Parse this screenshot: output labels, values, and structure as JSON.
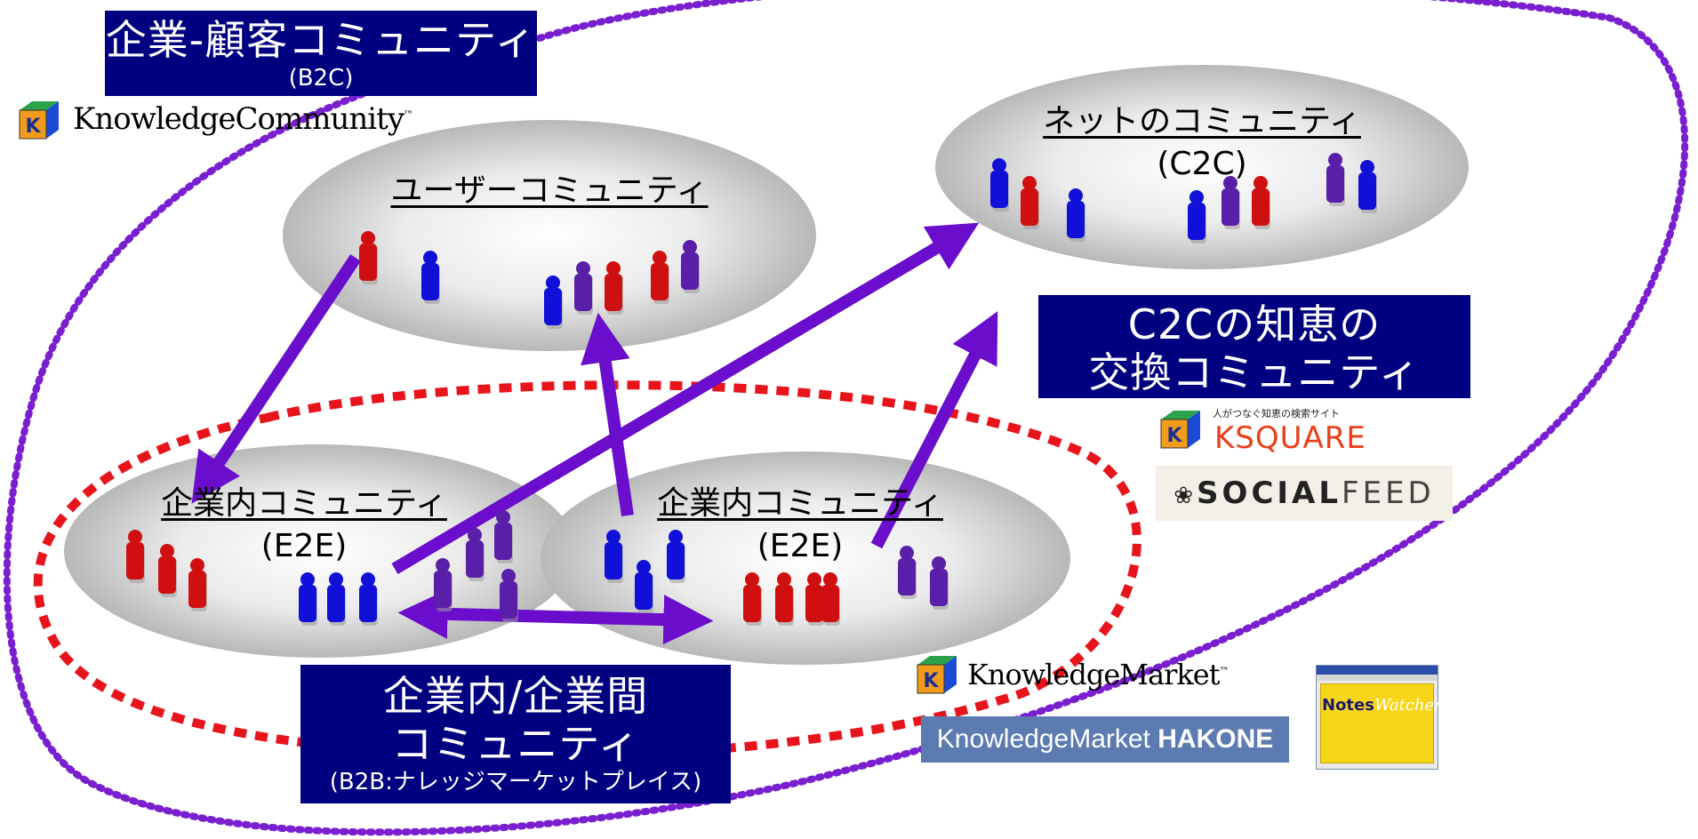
{
  "boxes": {
    "b2c": {
      "title": "企業-顧客コミュニティ",
      "subtitle": "(B2C)"
    },
    "c2c_exchange": {
      "line1": "C2Cの知恵の",
      "line2": "交換コミュニティ"
    },
    "b2b": {
      "line1": "企業内/企業間",
      "line2": "コミュニティ",
      "subtitle": "(B2B:ナレッジマーケットプレイス)"
    }
  },
  "communities": {
    "user": {
      "title": "ユーザーコミュニティ"
    },
    "net": {
      "title": "ネットのコミュニティ",
      "code": "(C2C)"
    },
    "intra_left": {
      "title": "企業内コミュニティ",
      "code": "(E2E)"
    },
    "intra_right": {
      "title": "企業内コミュニティ",
      "code": "(E2E)"
    }
  },
  "logos": {
    "knowledge_community": {
      "text": "KnowledgeCommunity",
      "tm": "™",
      "cube_letter": "K"
    },
    "knowledge_market": {
      "text": "KnowledgeMarket",
      "tm": "™",
      "cube_letter": "K"
    },
    "ksquare": {
      "tagline": "人がつなぐ知恵の検索サイト",
      "name": "KSQUARE",
      "cube_letter": "K"
    },
    "socialfeed": {
      "bold": "SOCIAL",
      "light": "FEED"
    },
    "hakone": {
      "prefix": "KnowledgeMarket",
      "bold": "HAKONE"
    },
    "notes_watcher": {
      "word1": "Notes",
      "word2": "Watcher"
    }
  },
  "colors": {
    "navy_box": "#000080",
    "purple_arrow": "#6a0dcc",
    "purple_dotted": "#7a1fd0",
    "red_dashed": "#e8141c",
    "person_blue": "#1010d8",
    "person_red": "#d01010",
    "person_purple": "#5a1fa8"
  }
}
